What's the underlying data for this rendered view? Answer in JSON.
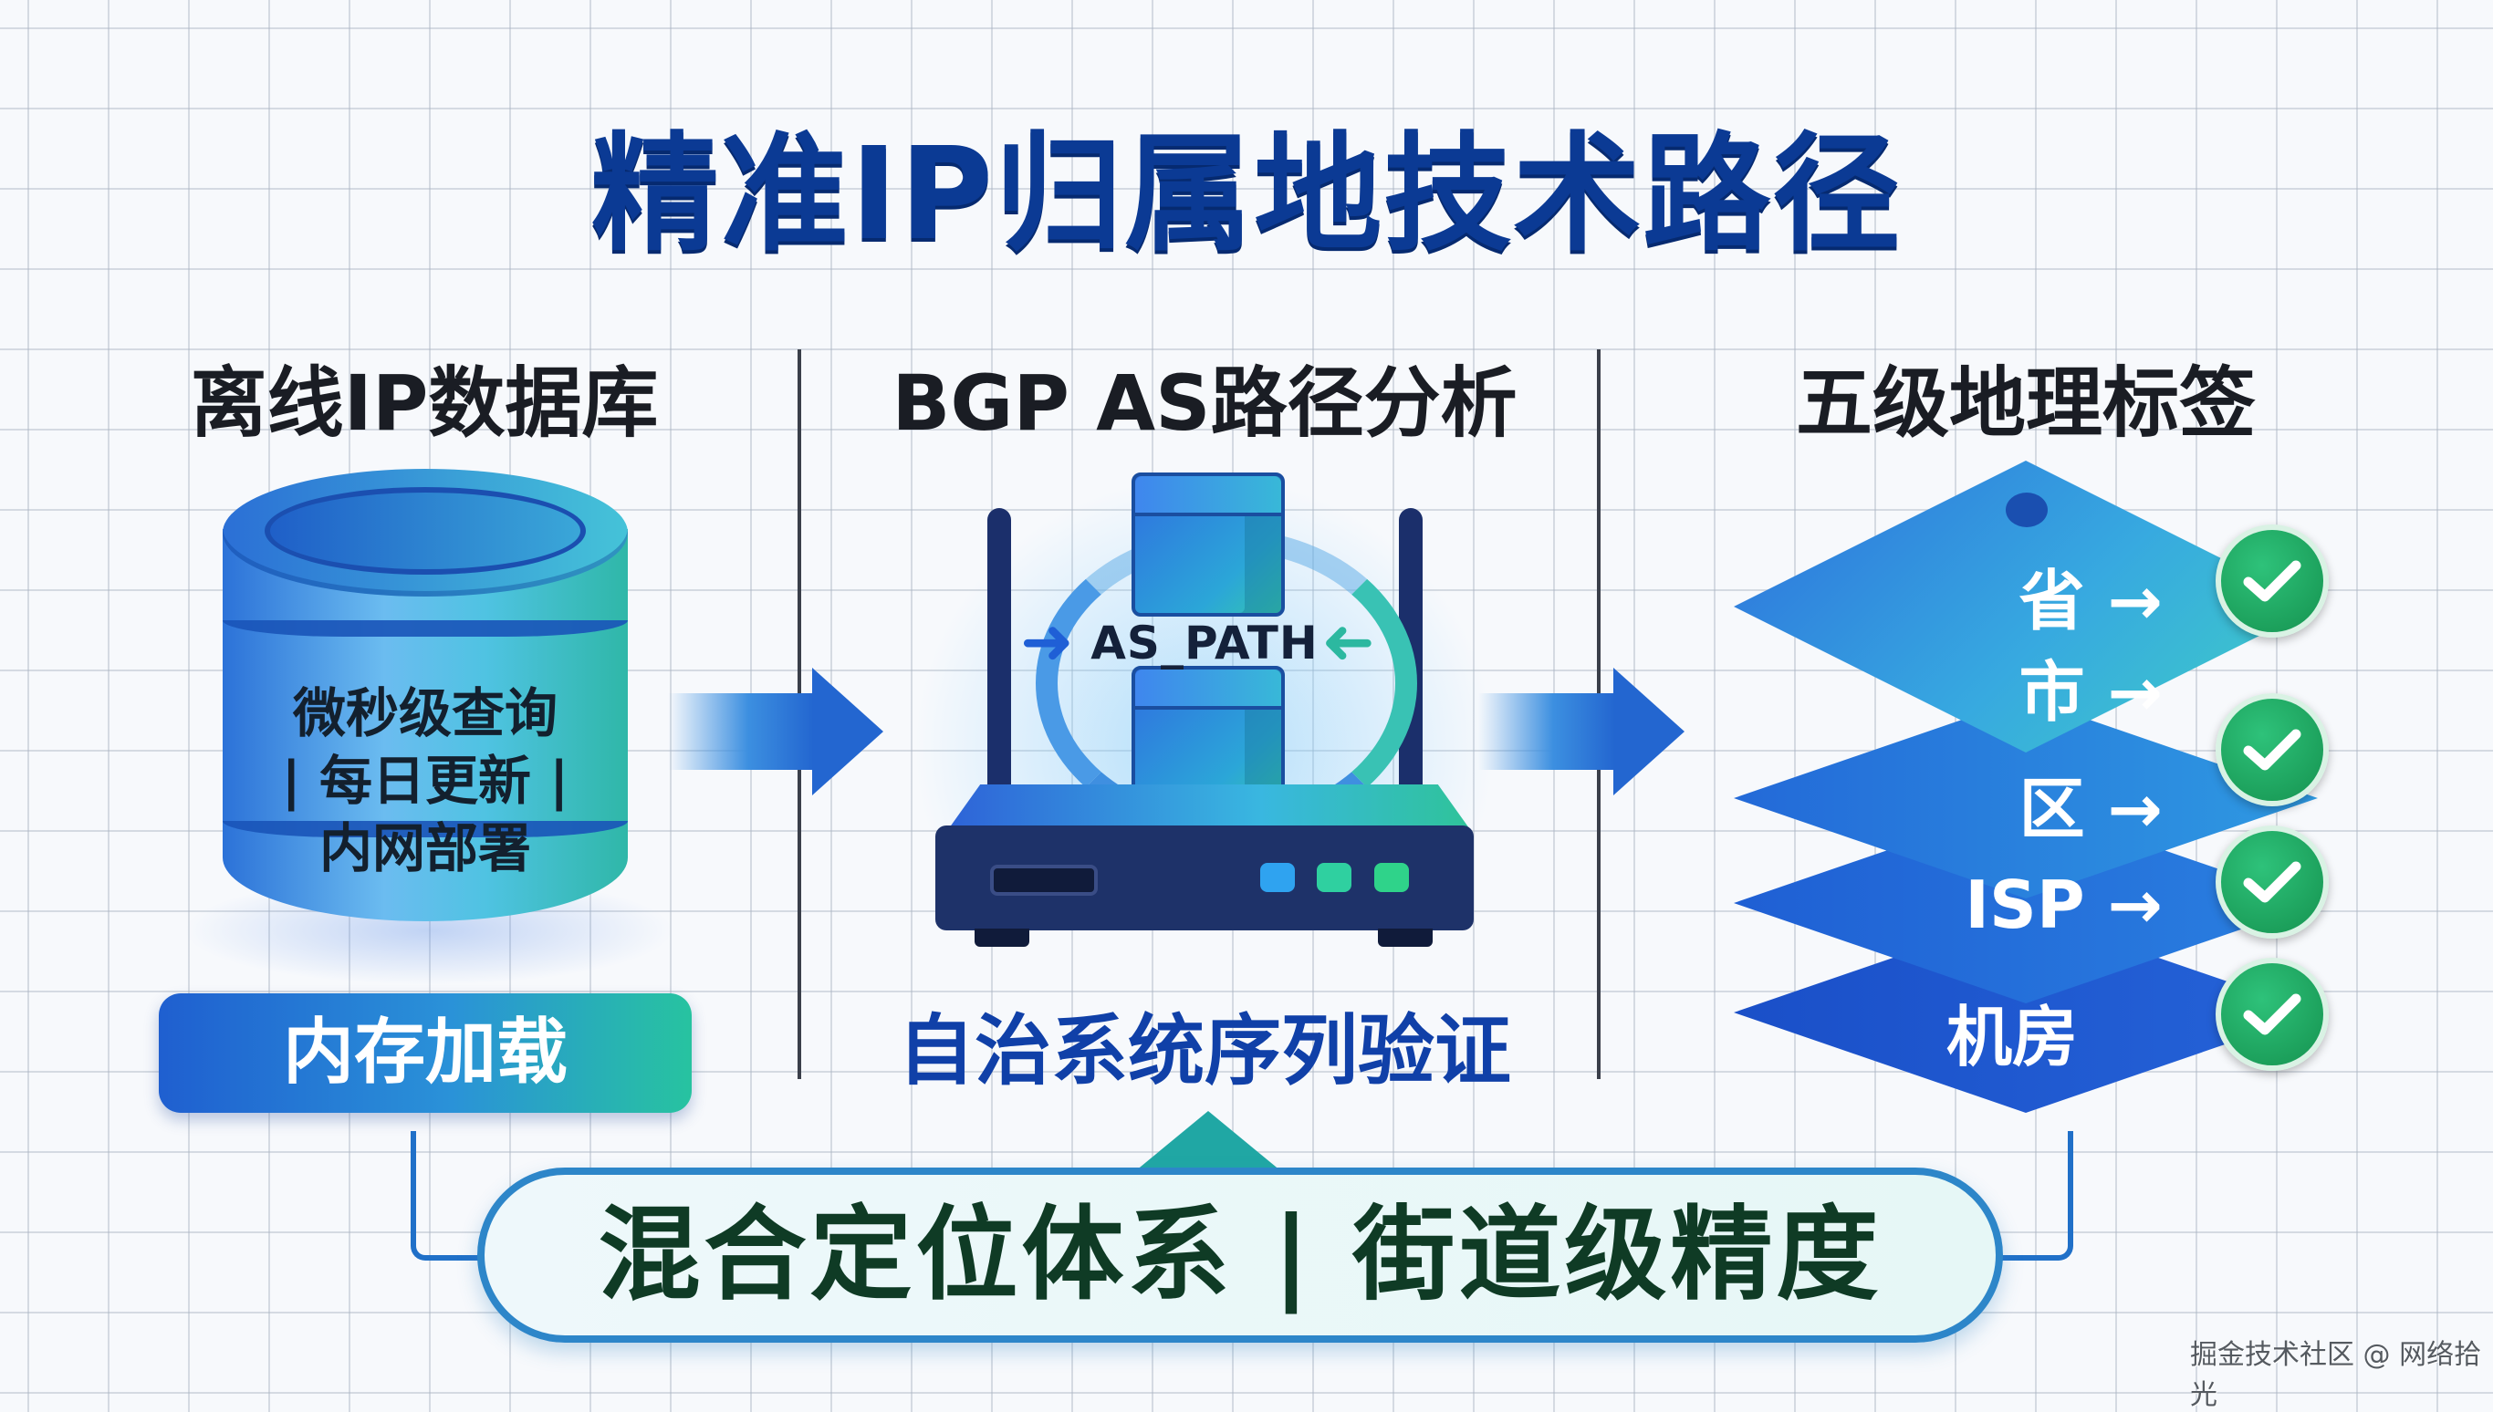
{
  "title": "精准IP归属地技术路径",
  "columns": [
    {
      "heading": "离线IP数据库",
      "icon": "database-cylinder-icon",
      "body_lines": [
        "微秒级查询",
        "| 每日更新 |",
        "内网部署"
      ],
      "footer_label": "内存加载"
    },
    {
      "heading": "BGP AS路径分析",
      "icon": "router-icon",
      "center_label": "AS_PATH",
      "caption": "自治系统序列验证"
    },
    {
      "heading": "五级地理标签",
      "icon": "tag-stack-icon",
      "levels": [
        {
          "label": "省 →",
          "status": "check"
        },
        {
          "label": "市 →",
          "status": ""
        },
        {
          "label": "区 →",
          "status": "check"
        },
        {
          "label": "ISP →",
          "status": "check"
        },
        {
          "label": "机房",
          "status": "check"
        }
      ]
    }
  ],
  "flow_arrows": [
    "arrow-right-icon",
    "arrow-right-icon"
  ],
  "banner": {
    "text": "混合定位体系 | 街道级精度"
  },
  "watermark": "掘金技术社区 @ 网络拾光",
  "colors": {
    "title": "#0b3a94",
    "heading": "#1a1d24",
    "caption": "#1040a8",
    "banner_text": "#0f3b25",
    "check_green": "#1aa35c",
    "led_blue": "#2fa3f0",
    "led_teal": "#2fd0a0",
    "led_green": "#2fd38a"
  }
}
